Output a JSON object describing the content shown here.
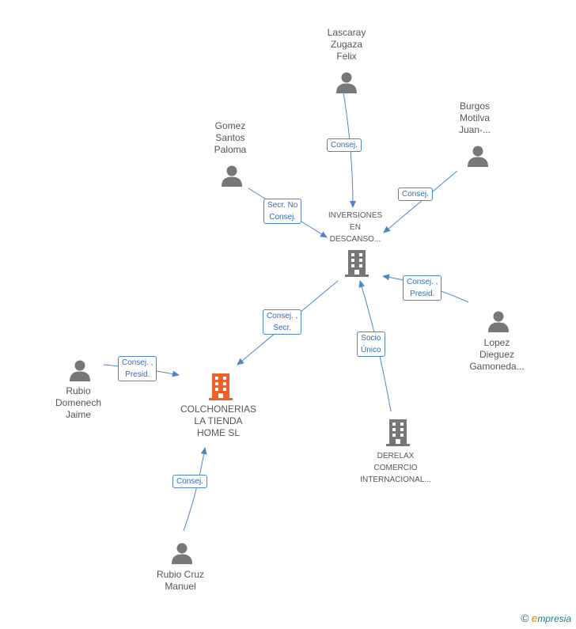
{
  "colors": {
    "edge": "#4a86c8",
    "person_icon": "#777777",
    "company_icon": "#777777",
    "main_company_icon": "#f0622a"
  },
  "nodes": {
    "lascaray": {
      "type": "person",
      "lines": [
        "Lascaray",
        "Zugaza",
        "Felix"
      ]
    },
    "burgos": {
      "type": "person",
      "lines": [
        "Burgos",
        "Motilva",
        "Juan-..."
      ]
    },
    "gomez": {
      "type": "person",
      "lines": [
        "Gomez",
        "Santos",
        "Paloma"
      ]
    },
    "inversiones": {
      "type": "company",
      "lines": [
        "INVERSIONES",
        "EN",
        "DESCANSO..."
      ]
    },
    "lopez": {
      "type": "person",
      "lines": [
        "Lopez",
        "Dieguez",
        "Gamoneda..."
      ]
    },
    "rubio_domenech": {
      "type": "person",
      "lines": [
        "Rubio",
        "Domenech",
        "Jaime"
      ]
    },
    "colchonerias": {
      "type": "main_company",
      "lines": [
        "COLCHONERIAS",
        "LA TIENDA",
        "HOME SL"
      ]
    },
    "derelax": {
      "type": "company",
      "lines": [
        "DERELAX",
        "COMERCIO",
        "INTERNACIONAL..."
      ]
    },
    "rubio_cruz": {
      "type": "person",
      "lines": [
        "Rubio Cruz",
        "Manuel"
      ]
    }
  },
  "edges": {
    "lascaray_inv": {
      "lines": [
        "Consej."
      ]
    },
    "burgos_inv": {
      "lines": [
        "Consej."
      ]
    },
    "gomez_inv": {
      "lines": [
        "Secr.  No",
        "Consej."
      ]
    },
    "lopez_inv": {
      "lines": [
        "Consej. ,",
        "Presid."
      ]
    },
    "inv_colch": {
      "lines": [
        "Consej. ,",
        "Secr."
      ]
    },
    "derelax_inv": {
      "lines": [
        "Socio",
        "Único"
      ]
    },
    "domenech_colch": {
      "lines": [
        "Consej. ,",
        "Presid."
      ]
    },
    "cruz_colch": {
      "lines": [
        "Consej."
      ]
    }
  },
  "brand": {
    "copyright": "©",
    "initial": "e",
    "name": "mpresia"
  }
}
